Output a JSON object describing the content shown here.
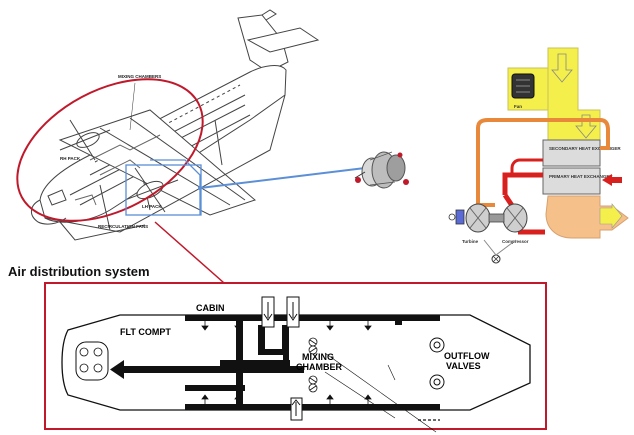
{
  "aircraft_labels": {
    "mixing_chambers": "MIXING CHAMBERS",
    "rh_pack": "RH PACK",
    "lh_pack": "LH PACK",
    "recirculation_fans": "RECIRCULATION FANS"
  },
  "pack_labels": {
    "fan": "Fan",
    "secondary_hx": "SECONDARY HEAT EXCHANGER",
    "primary_hx": "PRIMARY HEAT EXCHANGER",
    "turbine": "Turbine",
    "compressor": "Compressor"
  },
  "section_title": "Air distribution system",
  "distribution_labels": {
    "cabin": "CABIN",
    "flt_compt": "FLT COMPT",
    "mixing": "MIXING",
    "chamber": "CHAMBER",
    "outflow": "OUTFLOW",
    "valves": "VALVES"
  },
  "colors": {
    "highlight_red": "#c0192b",
    "connector_blue": "#5b8fd6",
    "duct_black": "#111111",
    "fan_yellow": "#f4ef4a",
    "hot_orange": "#e8883a",
    "exhaust_peach": "#f6c08a",
    "duct_red": "#d8201e"
  }
}
